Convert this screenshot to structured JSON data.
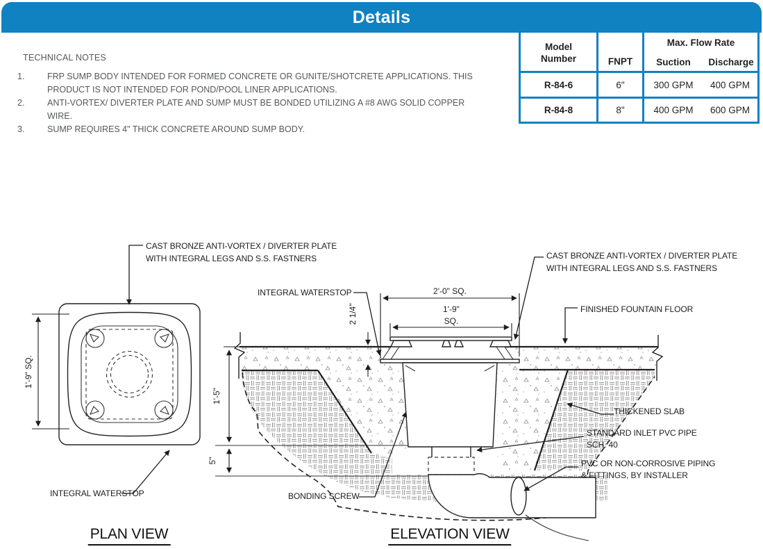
{
  "title_bar": {
    "label": "Details",
    "color": "#1081C1"
  },
  "technical_notes": {
    "heading": "TECHNICAL NOTES",
    "items": [
      {
        "num": "1.",
        "text": "FRP SUMP BODY INTENDED FOR FORMED CONCRETE OR GUNITE/SHOTCRETE APPLICATIONS. THIS PRODUCT IS NOT INTENDED FOR POND/POOL LINER APPLICATIONS."
      },
      {
        "num": "2.",
        "text": "ANTI-VORTEX/ DIVERTER PLATE AND SUMP MUST BE BONDED UTILIZING A #8 AWG SOLID COPPER WIRE."
      },
      {
        "num": "3.",
        "text": "SUMP REQUIRES 4\" THICK CONCRETE AROUND SUMP BODY."
      }
    ]
  },
  "spec_table": {
    "col_model": "Model Number",
    "col_fnpt": "FNPT",
    "col_flow": "Max. Flow Rate",
    "col_suction": "Suction",
    "col_discharge": "Discharge",
    "rows": [
      {
        "model": "R-84-6",
        "fnpt": "6\"",
        "suction": "300 GPM",
        "discharge": "400 GPM"
      },
      {
        "model": "R-84-8",
        "fnpt": "8\"",
        "suction": "400 GPM",
        "discharge": "600 GPM"
      }
    ]
  },
  "plan_view": {
    "title": "PLAN VIEW",
    "dim_square": "1'-9\" SQ.",
    "label_plate_l1": "CAST BRONZE ANTI-VORTEX / DIVERTER PLATE",
    "label_plate_l2": "WITH  INTEGRAL LEGS AND  S.S. FASTNERS",
    "label_waterstop": "INTEGRAL WATERSTOP"
  },
  "elevation_view": {
    "title": "ELEVATION VIEW",
    "label_waterstop": "INTEGRAL WATERSTOP",
    "dim_outer_sq": "2'-0\" SQ.",
    "dim_inner_l1": "1'-9\"",
    "dim_inner_l2": "SQ.",
    "dim_embed": "2 1/4\"",
    "dim_depth": "1'-5\"",
    "dim_slab": "5\"",
    "label_plate_l1": "CAST BRONZE ANTI-VORTEX / DIVERTER PLATE",
    "label_plate_l2": "WITH  INTEGRAL LEGS AND  S.S. FASTNERS",
    "label_floor": "FINISHED FOUNTAIN FLOOR",
    "label_thickened_slab": "THICKENED SLAB",
    "label_inlet_l1": "STANDARD INLET PVC PIPE",
    "label_inlet_l2": "SCH. 40",
    "label_piping_l1": "PVC OR NON-CORROSIVE PIPING",
    "label_piping_l2": "& FITTINGS, BY INSTALLER",
    "label_bonding": "BONDING SCREW"
  }
}
